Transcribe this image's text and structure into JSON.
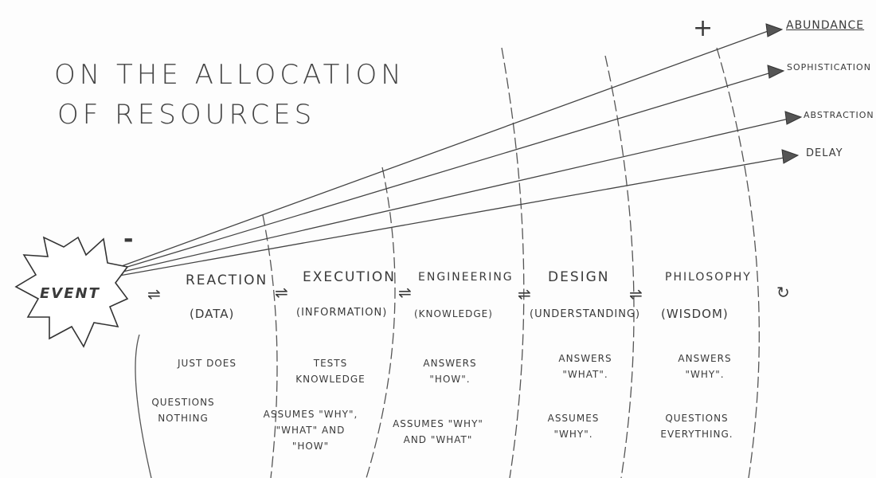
{
  "title": {
    "line1": "ON THE ALLOCATION",
    "line2": "OF RESOURCES"
  },
  "axis": {
    "plus": "+",
    "minus": "-"
  },
  "arrows": [
    {
      "label": "ABUNDANCE"
    },
    {
      "label": "SOPHISTICATION"
    },
    {
      "label": "ABSTRACTION"
    },
    {
      "label": "DELAY"
    }
  ],
  "event": "EVENT",
  "stages": [
    {
      "name": "REACTION",
      "sub": "(DATA)",
      "note1": "JUST DOES",
      "note2": "QUESTIONS NOTHING"
    },
    {
      "name": "EXECUTION",
      "sub": "(INFORMATION)",
      "note1": "TESTS KNOWLEDGE",
      "note2": "ASSUMES \"WHY\", \"WHAT\" AND \"HOW\""
    },
    {
      "name": "ENGINEERING",
      "sub": "(KNOWLEDGE)",
      "note1": "ANSWERS \"HOW\".",
      "note2": "ASSUMES \"WHY\" AND \"WHAT\""
    },
    {
      "name": "DESIGN",
      "sub": "(UNDERSTANDING)",
      "note1": "ANSWERS \"WHAT\".",
      "note2": "ASSUMES \"WHY\"."
    },
    {
      "name": "PHILOSOPHY",
      "sub": "(WISDOM)",
      "note1": "ANSWERS \"WHY\".",
      "note2": "QUESTIONS EVERYTHING."
    }
  ],
  "transition_symbol": "⇌",
  "return_symbol": "↻"
}
